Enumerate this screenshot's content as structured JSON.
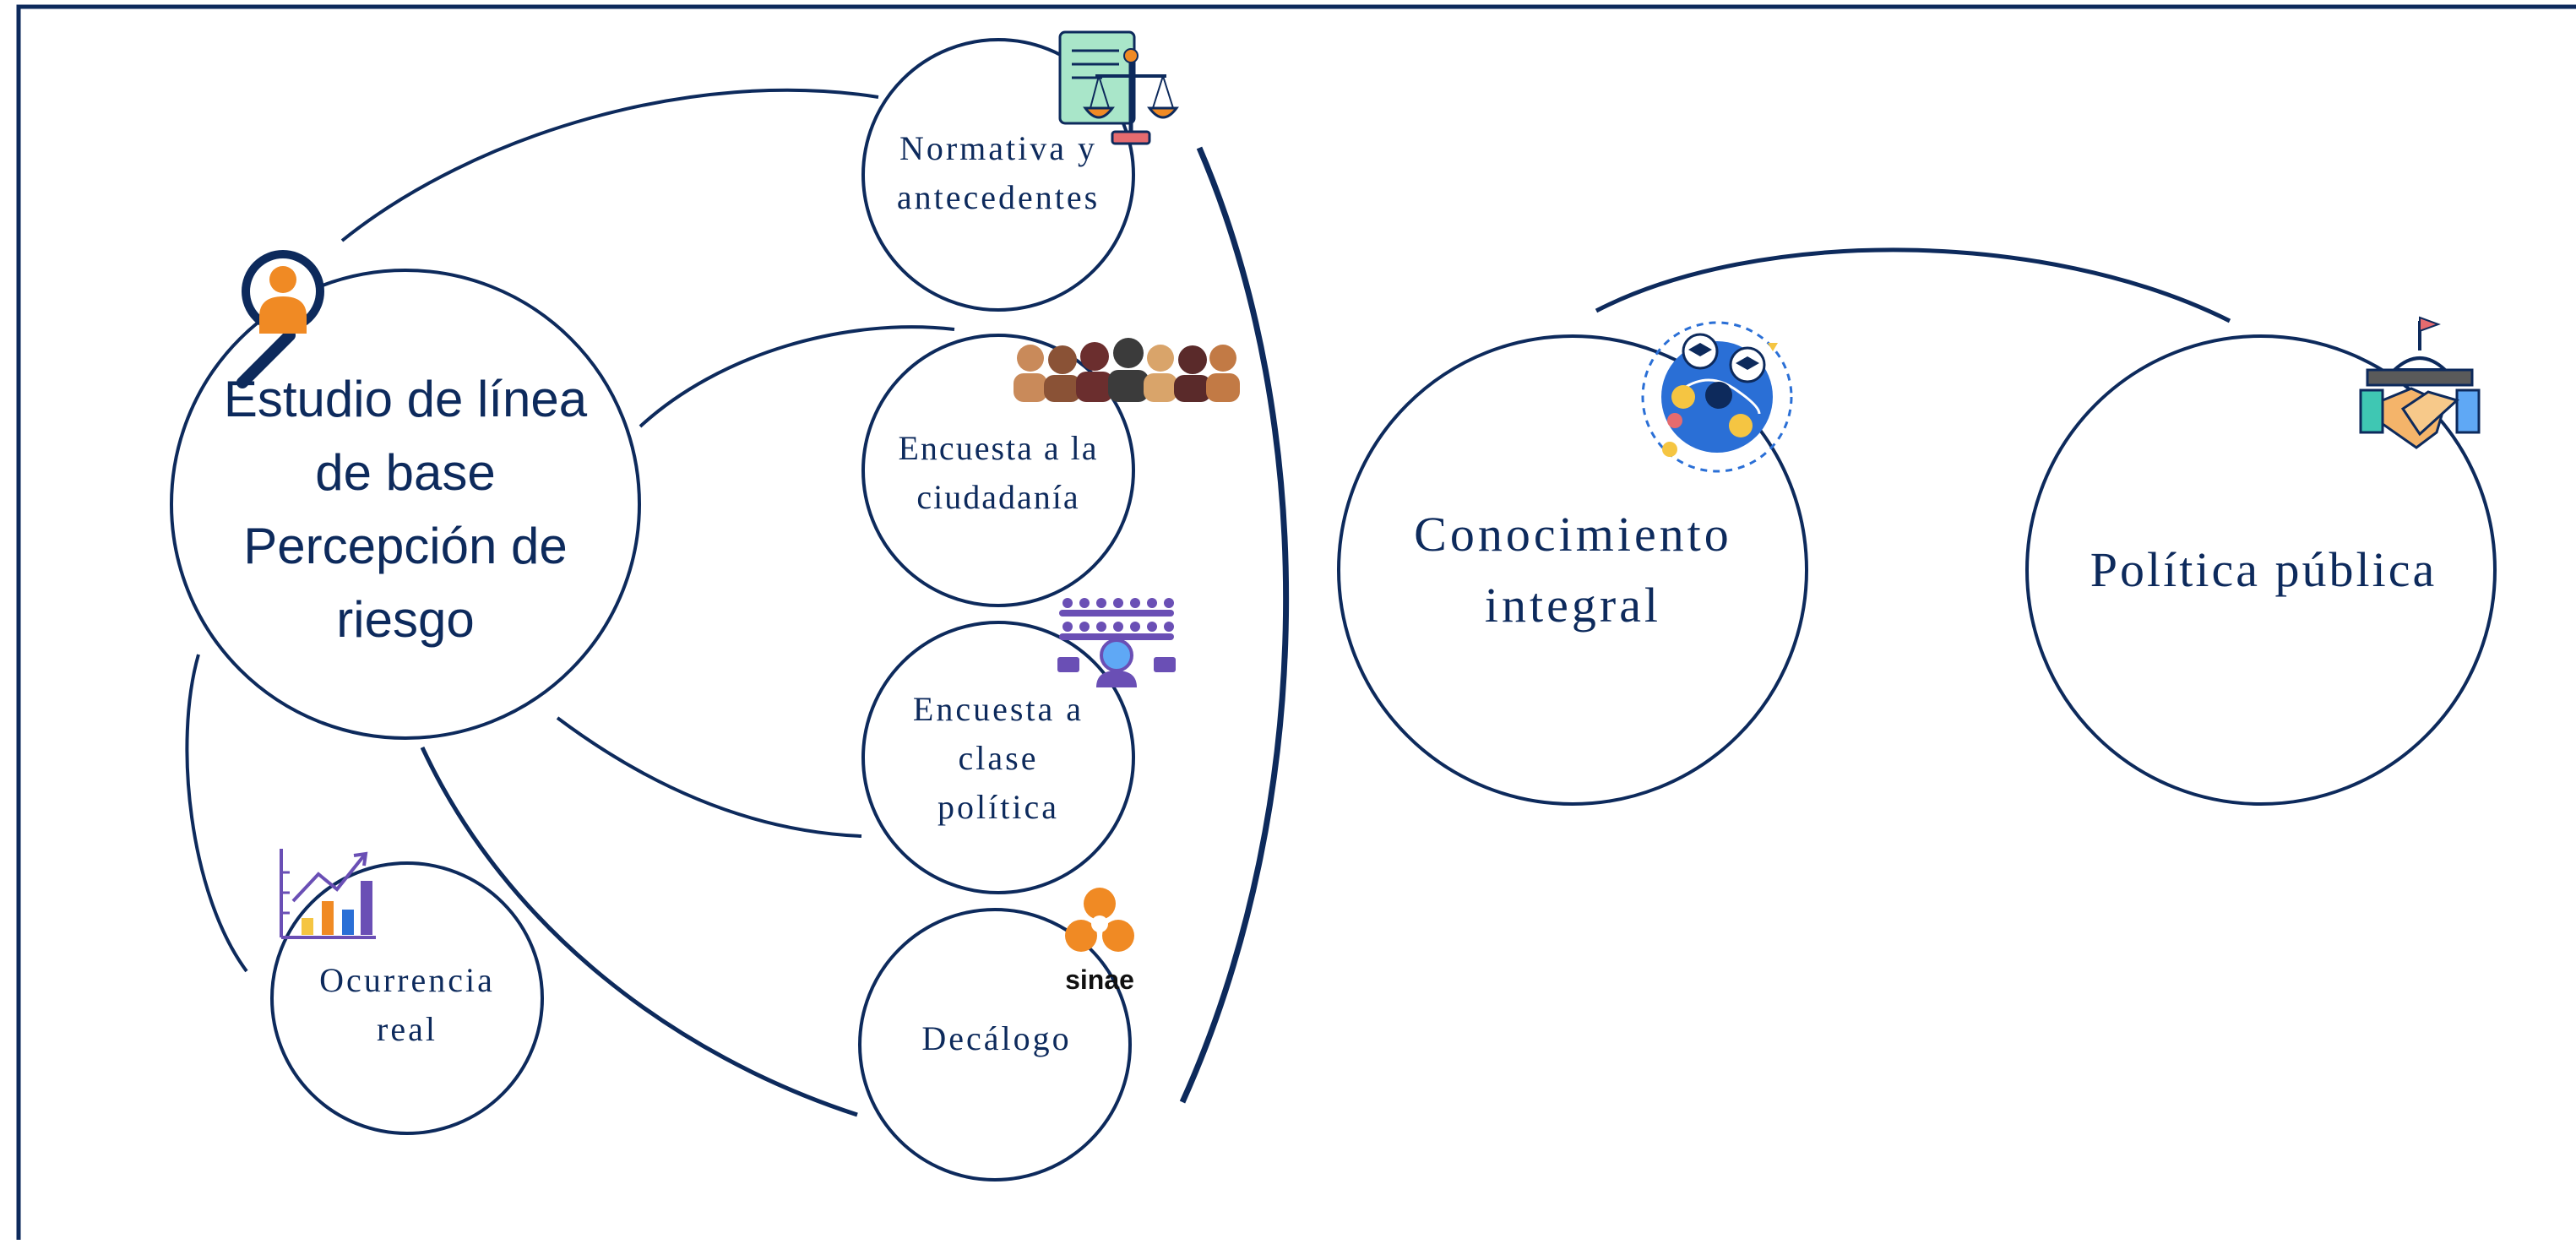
{
  "colors": {
    "navy": "#0d2a5c",
    "orange": "#f08a24",
    "brown": "#b5703f",
    "purple": "#6a4fb5",
    "blue": "#2a6fd6"
  },
  "nodes": {
    "estudio": "Estudio de línea\nde base\nPercepción de\nriesgo",
    "normativa": "Normativa y\nantecedentes",
    "encuesta_ciudadania": "Encuesta a la\nciudadanía",
    "encuesta_clase": "Encuesta a\nclase\npolítica",
    "decalogo": "Decálogo",
    "ocurrencia": "Ocurrencia\nreal",
    "conocimiento": "Conocimiento\nintegral",
    "politica": "Política pública"
  },
  "logos": {
    "sinae": "sinae"
  },
  "icons": {
    "estudio": "magnifier-person-icon",
    "normativa": "scales-document-icon",
    "ciudadania": "crowd-icon",
    "clase": "audience-speaker-icon",
    "decalogo": "sinae-logo-icon",
    "ocurrencia": "bar-chart-trend-icon",
    "conocimiento": "knowledge-globe-icon",
    "politica": "handshake-government-icon"
  }
}
